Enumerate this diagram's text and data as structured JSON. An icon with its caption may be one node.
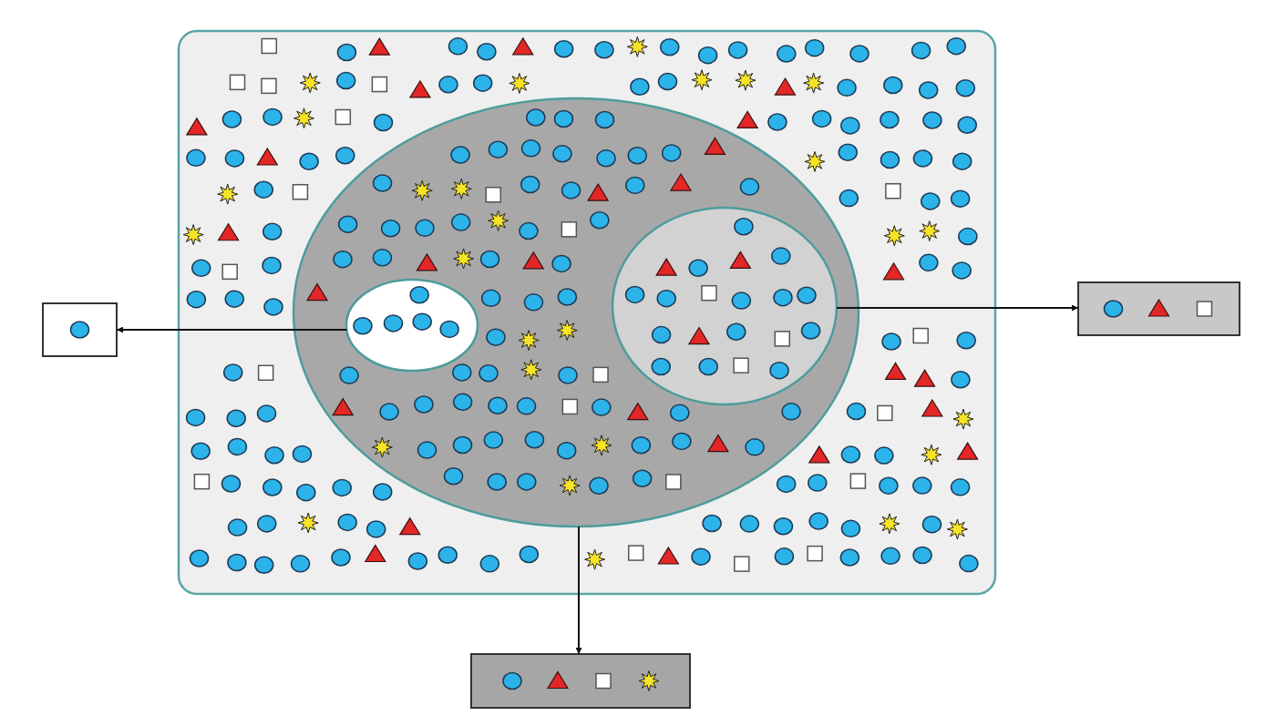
{
  "diagram": {
    "nodes": [
      {
        "text": [],
        "shape": "box"
      },
      {
        "text": [],
        "shape": "ellipse",
        "in": 0
      },
      {
        "text": [],
        "shape": "ellipse",
        "in": 1
      },
      {
        "text": [],
        "shape": "ellipse",
        "in": 1
      },
      {
        "text": [],
        "shape": "box"
      },
      {
        "text": [],
        "shape": "box"
      },
      {
        "text": [],
        "shape": "box"
      }
    ],
    "edges": [
      {
        "from": 2,
        "to": 4,
        "arrow": "to"
      },
      {
        "from": 3,
        "to": 5,
        "arrow": "to"
      },
      {
        "from": 1,
        "to": 6,
        "arrow": "to"
      }
    ]
  }
}
